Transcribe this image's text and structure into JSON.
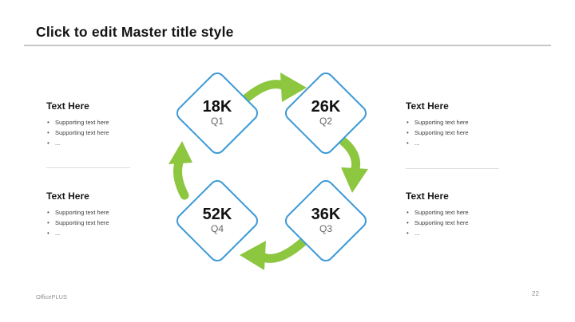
{
  "slide": {
    "title": "Click to edit Master title style",
    "footer_brand": "OfficePLUS",
    "page_number": "22"
  },
  "diagram": {
    "type": "cycle",
    "flow_order": [
      "Q1",
      "Q2",
      "Q3",
      "Q4"
    ],
    "nodes": [
      {
        "value": "18K",
        "label": "Q1"
      },
      {
        "value": "26K",
        "label": "Q2"
      },
      {
        "value": "36K",
        "label": "Q3"
      },
      {
        "value": "52K",
        "label": "Q4"
      }
    ]
  },
  "text_blocks": [
    {
      "heading": "Text Here",
      "bullets": [
        "Supporting text here",
        "Supporting text here",
        "..."
      ]
    },
    {
      "heading": "Text Here",
      "bullets": [
        "Supporting text here",
        "Supporting text here",
        "..."
      ]
    },
    {
      "heading": "Text Here",
      "bullets": [
        "Supporting text here",
        "Supporting text here",
        "..."
      ]
    },
    {
      "heading": "Text Here",
      "bullets": [
        "Supporting text here",
        "Supporting text here",
        "..."
      ]
    }
  ],
  "colors": {
    "diamond_border_blue": "#3d9ad6",
    "arrow_green": "#8dc63f",
    "title_text": "#141414",
    "muted_label": "#666666",
    "divider": "#dedede",
    "footer_text": "#8f8f8f"
  }
}
